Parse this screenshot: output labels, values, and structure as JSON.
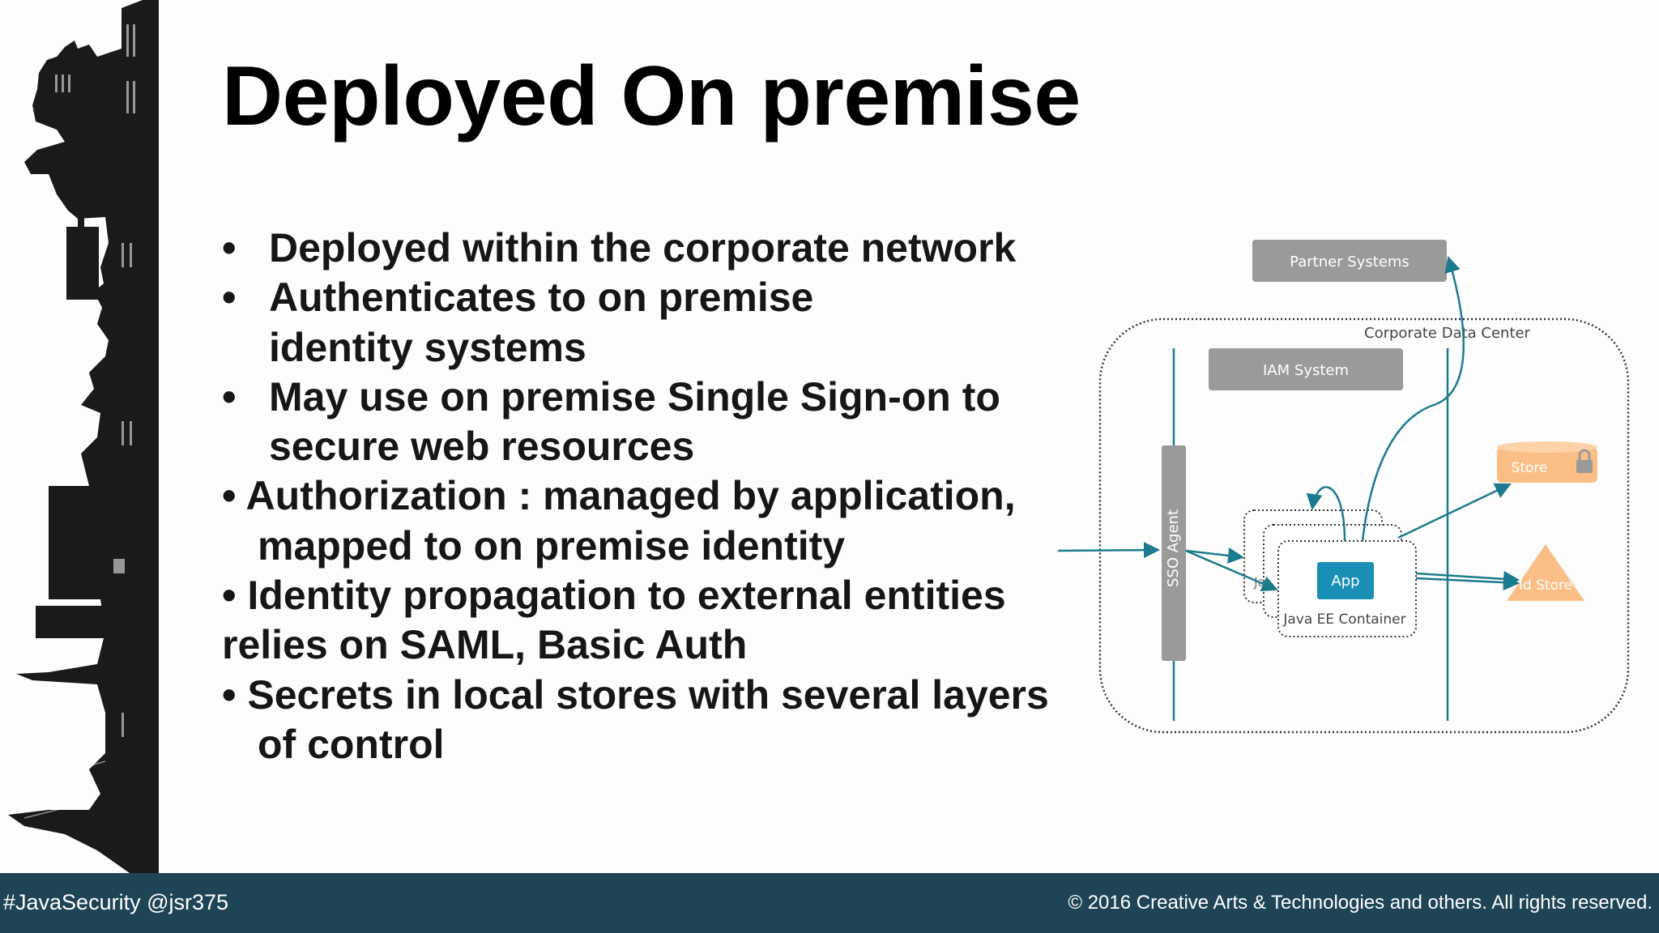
{
  "title": "Deployed On premise",
  "bullets": [
    {
      "lines": [
        "Deployed within the corporate network"
      ]
    },
    {
      "lines": [
        "Authenticates to on premise",
        "identity systems"
      ]
    },
    {
      "lines": [
        "May use on premise Single Sign-on to",
        "secure web resources"
      ]
    },
    {
      "lines": [
        "• Authorization : managed by application,",
        "mapped to on premise identity"
      ]
    },
    {
      "lines": [
        "• Identity propagation to external entities",
        "relies on SAML, Basic Auth"
      ]
    },
    {
      "lines": [
        "• Secrets in local stores with several layers",
        "of control"
      ]
    }
  ],
  "diagram": {
    "partner_systems": "Partner Systems",
    "corporate_data_center": "Corporate Data Center",
    "iam_system": "IAM System",
    "sso_agent": "SSO Agent",
    "app": "App",
    "container": "Java EE Container",
    "store": "Store",
    "id_store": "Id Store",
    "partial_label": "Ja"
  },
  "colors": {
    "footer_bg": "#1f4456",
    "teal": "#1b7a8e",
    "gray_box": "#9a9a9a",
    "orange": "#fbbf86",
    "app_blue": "#1a8fb5"
  },
  "footer": {
    "left": "#JavaSecurity @jsr375",
    "right": "© 2016 Creative Arts & Technologies and others. All rights reserved."
  }
}
